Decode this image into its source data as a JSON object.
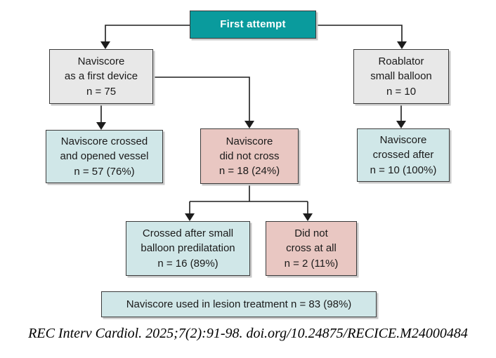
{
  "colors": {
    "teal": "#0a9b9d",
    "gray_box": "#e8e8e8",
    "blue_box": "#d0e7e8",
    "pink_box": "#e9c7c2",
    "border": "#3b3b3b",
    "shadow": "#c9c9c9",
    "line": "#1d1d1d"
  },
  "nodes": {
    "first_attempt": {
      "label": "First attempt"
    },
    "naviscore_first_device": {
      "lines": [
        "Naviscore",
        "as a first device",
        "n = 75"
      ]
    },
    "roablator_small_balloon": {
      "lines": [
        "Roablator",
        "small balloon",
        "n = 10"
      ]
    },
    "naviscore_crossed_opened": {
      "lines": [
        "Naviscore crossed",
        "and opened vessel",
        "n = 57 (76%)"
      ]
    },
    "naviscore_did_not_cross": {
      "lines": [
        "Naviscore",
        "did not cross",
        "n = 18 (24%)"
      ]
    },
    "naviscore_crossed_after": {
      "lines": [
        "Naviscore",
        "crossed after",
        "n = 10 (100%)"
      ]
    },
    "crossed_after_predilatation": {
      "lines": [
        "Crossed after small",
        "balloon predilatation",
        "n = 16 (89%)"
      ]
    },
    "did_not_cross_at_all": {
      "lines": [
        "Did not",
        "cross at all",
        "n = 2 (11%)"
      ]
    },
    "summary": {
      "label": "Naviscore used in lesion treatment n = 83 (98%)"
    }
  },
  "footer": {
    "citation": "REC Interv Cardiol. 2025;7(2):91-98. doi.org/10.24875/RECICE.M24000484"
  }
}
